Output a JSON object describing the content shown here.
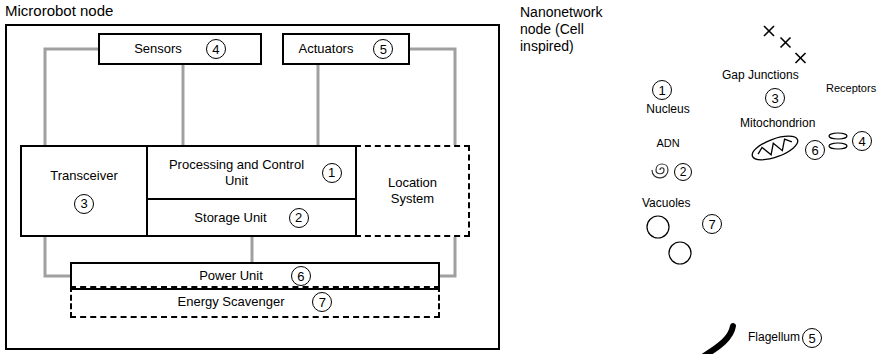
{
  "diagram": {
    "nodes": [
      {
        "text": [
          "Microrobot node"
        ]
      },
      {
        "text": [
          "Sensors",
          "4"
        ],
        "in": 0
      },
      {
        "text": [
          "Actuators",
          "5"
        ],
        "in": 0
      },
      {
        "text": [
          "Transceiver",
          "3"
        ],
        "in": 0
      },
      {
        "text": [
          "Processing and Control Unit",
          "1"
        ],
        "in": 0
      },
      {
        "text": [
          "Storage Unit",
          "2"
        ],
        "in": 0
      },
      {
        "text": [
          "Location System"
        ],
        "in": 0
      },
      {
        "text": [
          "Power Unit",
          "6"
        ],
        "in": 0
      },
      {
        "text": [
          "Energy Scavenger",
          "7"
        ],
        "in": 0
      },
      {
        "text": [
          "Nanonetwork node (Cell inspired)"
        ]
      },
      {
        "text": [
          "1",
          "Nucleus",
          "ADN",
          "2"
        ],
        "in": 9
      }
    ],
    "edges": [
      {
        "from": 1,
        "to": 4,
        "arrow": "none"
      },
      {
        "from": 1,
        "to": 3,
        "arrow": "none"
      },
      {
        "from": 2,
        "to": 4,
        "arrow": "none"
      },
      {
        "from": 2,
        "to": 6,
        "arrow": "none"
      },
      {
        "from": 3,
        "to": 7,
        "arrow": "none"
      },
      {
        "from": 6,
        "to": 7,
        "arrow": "none"
      },
      {
        "from": 5,
        "to": 7,
        "arrow": "none"
      }
    ],
    "labels": [
      "Gap Junctions",
      "3",
      "Receptors",
      "4",
      "Mitochondrion",
      "6",
      "Vacuoles",
      "7",
      "Flagellum",
      "5"
    ]
  }
}
